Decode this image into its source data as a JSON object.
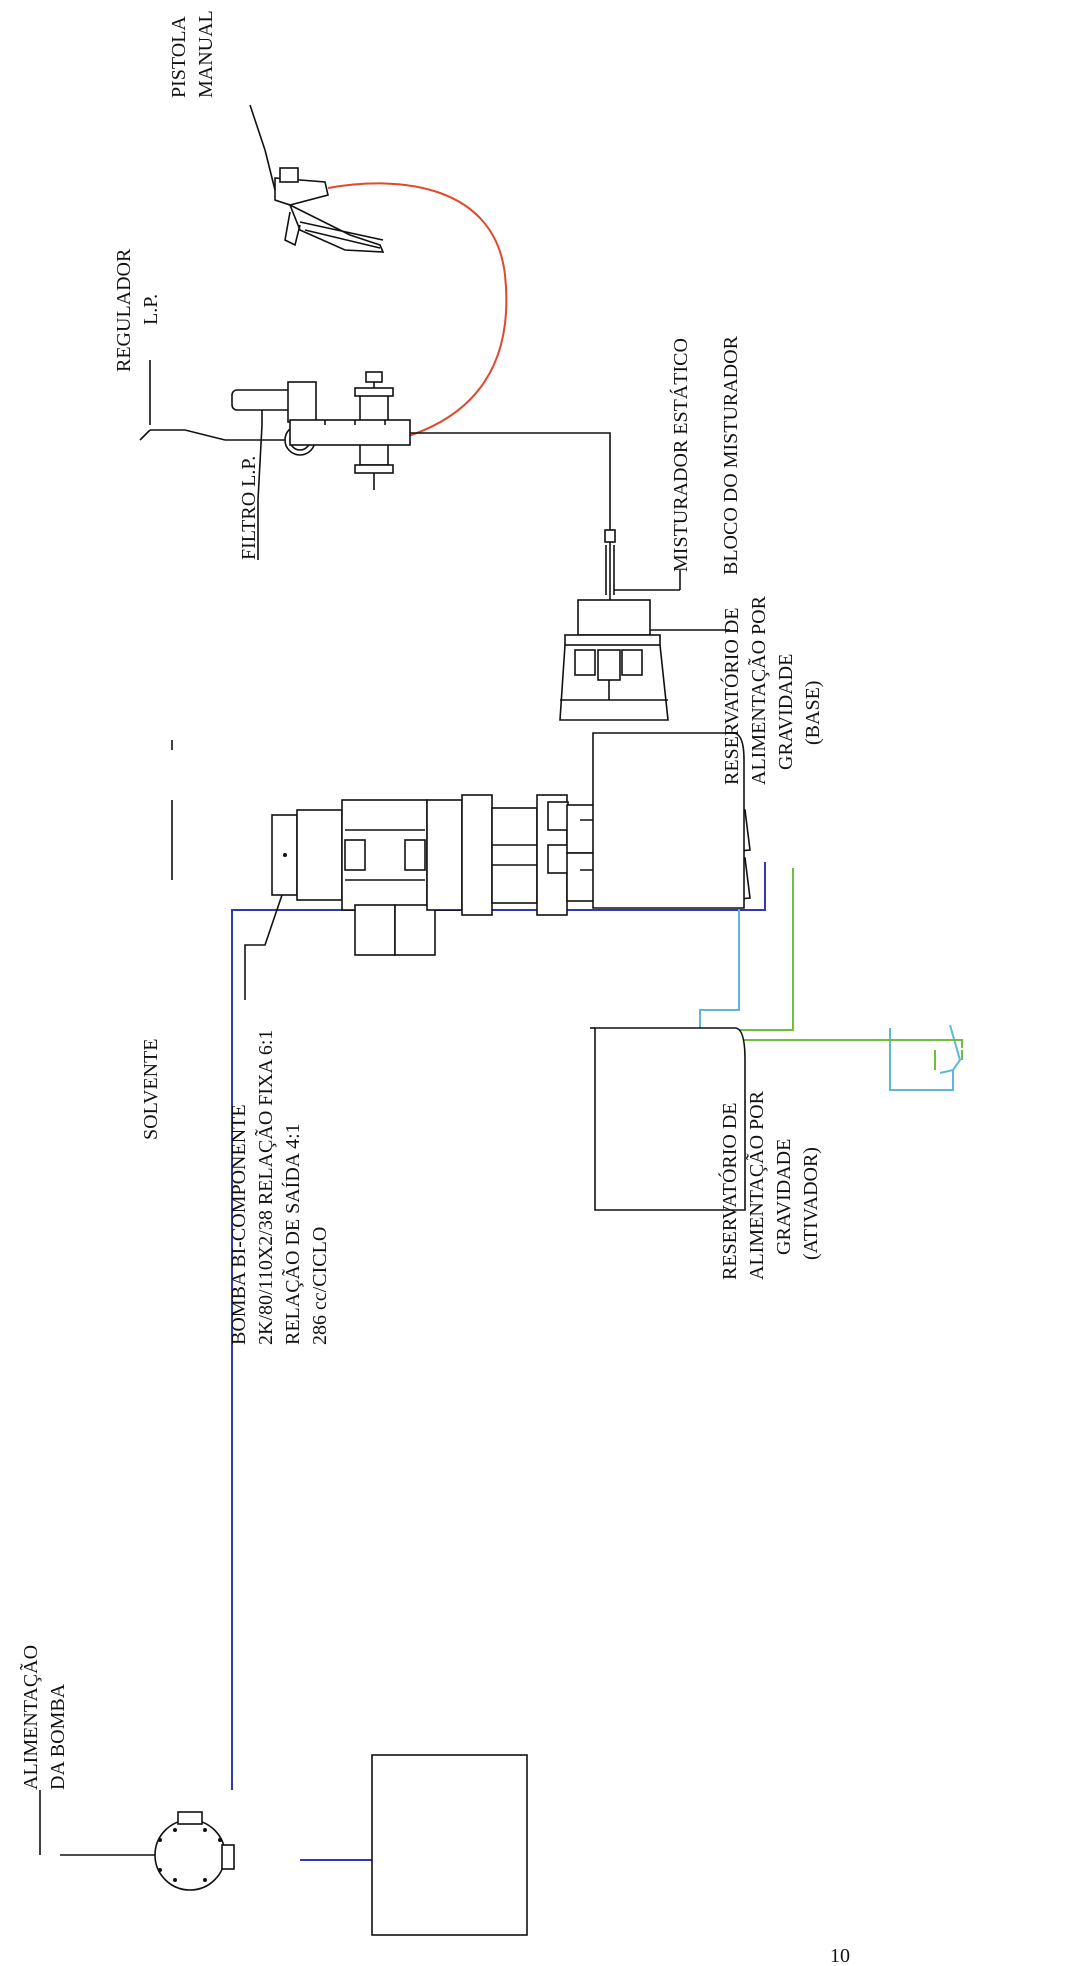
{
  "labels": {
    "pistola_1": "PISTOLA",
    "pistola_2": "MANUAL",
    "regulador_1": "REGULADOR",
    "regulador_2": "L.P.",
    "filtro": "FILTRO L.P.",
    "misturador": "MISTURADOR ESTÁTICO",
    "bloco": "BLOCO DO MISTURADOR",
    "res_base_1": "RESERVATÓRIO DE",
    "res_base_2": "ALIMENTAÇÃO POR",
    "res_base_3": "GRAVIDADE",
    "res_base_4": "(BASE)",
    "res_ativ_1": "RESERVATÓRIO DE",
    "res_ativ_2": "ALIMENTAÇÃO POR",
    "res_ativ_3": "GRAVIDADE",
    "res_ativ_4": "(ATIVADOR)",
    "bomba_1": "BOMBA BI-COMPONENTE",
    "bomba_2": "2K/80/110X2/38 RELAÇÃO FIXA 6:1",
    "bomba_3": "RELAÇÃO DE SAÍDA 4:1",
    "bomba_4": "286 cc/CICLO",
    "solvente": "SOLVENTE",
    "alim_1": "ALIMENTAÇÃO",
    "alim_2": "DA BOMBA",
    "page_number": "10"
  },
  "colors": {
    "solvent_line": "#3038b8",
    "activator_line": "#5cb9d8",
    "base_line": "#6fbf3e",
    "gun_hose": "#e0492a"
  }
}
